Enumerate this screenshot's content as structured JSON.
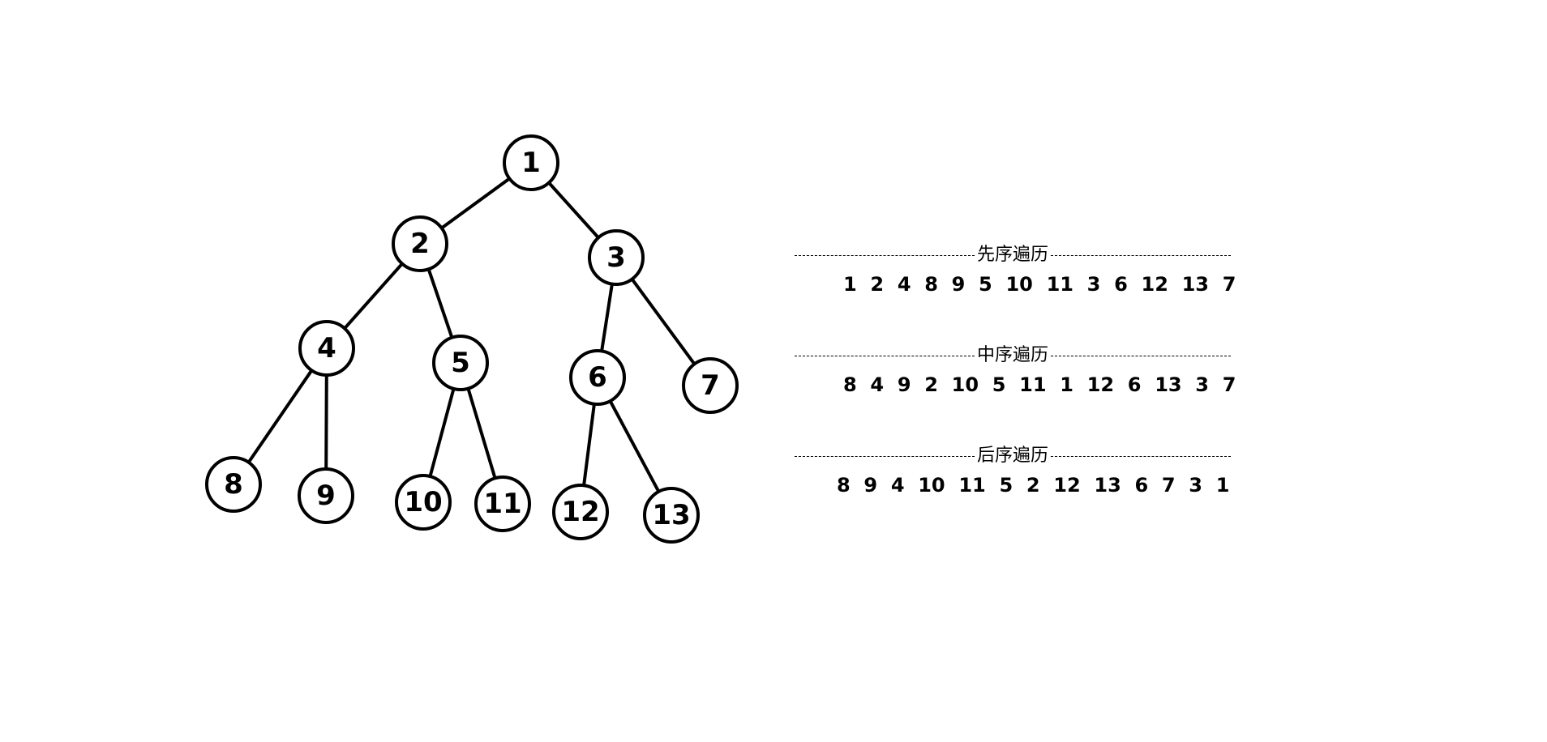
{
  "tree": {
    "nodes": [
      {
        "id": "1",
        "label": "1"
      },
      {
        "id": "2",
        "label": "2"
      },
      {
        "id": "3",
        "label": "3"
      },
      {
        "id": "4",
        "label": "4"
      },
      {
        "id": "5",
        "label": "5"
      },
      {
        "id": "6",
        "label": "6"
      },
      {
        "id": "7",
        "label": "7"
      },
      {
        "id": "8",
        "label": "8"
      },
      {
        "id": "9",
        "label": "9"
      },
      {
        "id": "10",
        "label": "10"
      },
      {
        "id": "11",
        "label": "11"
      },
      {
        "id": "12",
        "label": "12"
      },
      {
        "id": "13",
        "label": "13"
      }
    ],
    "edges": [
      {
        "from": "1",
        "to": "2"
      },
      {
        "from": "1",
        "to": "3"
      },
      {
        "from": "2",
        "to": "4"
      },
      {
        "from": "2",
        "to": "5"
      },
      {
        "from": "3",
        "to": "6"
      },
      {
        "from": "3",
        "to": "7"
      },
      {
        "from": "4",
        "to": "8"
      },
      {
        "from": "4",
        "to": "9"
      },
      {
        "from": "5",
        "to": "10"
      },
      {
        "from": "5",
        "to": "11"
      },
      {
        "from": "6",
        "to": "12"
      },
      {
        "from": "6",
        "to": "13"
      }
    ]
  },
  "traversals": {
    "preorder": {
      "title": "先序遍历",
      "sequence": "1  2  4  8  9  5  10  11  3  6  12  13  7"
    },
    "inorder": {
      "title": "中序遍历",
      "sequence": "8  4  9  2  10  5  11  1  12  6  13  3  7"
    },
    "postorder": {
      "title": "后序遍历",
      "sequence": "8  9  4  10  11  5  2  12  13  6  7  3  1"
    }
  }
}
